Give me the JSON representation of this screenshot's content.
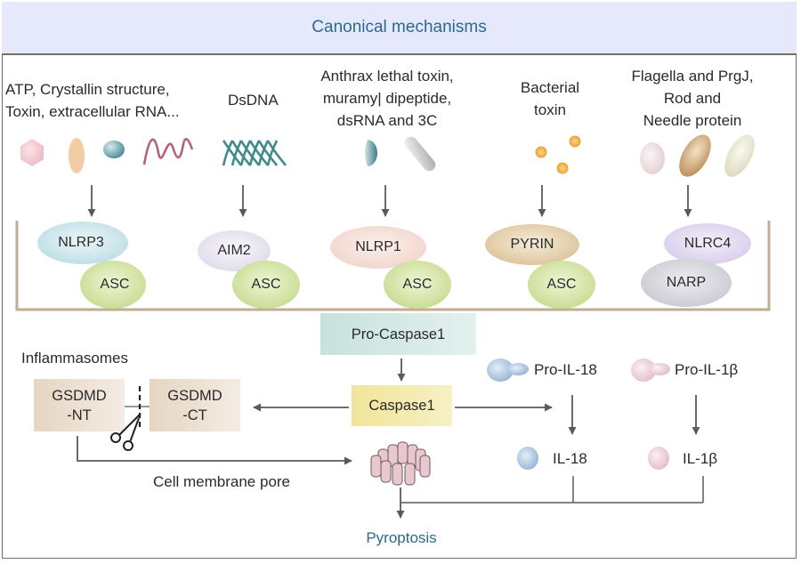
{
  "header": {
    "title": "Canonical mechanisms"
  },
  "triggers": [
    {
      "line1": "ATP, Crystallin structure,",
      "line2": "Toxin, extracellular RNA..."
    },
    {
      "line1": "DsDNA"
    },
    {
      "line1": "Anthrax lethal toxin,",
      "line2": "muramy| dipeptide,",
      "line3": "dsRNA and 3C"
    },
    {
      "line1": "Bacterial",
      "line2": "toxin"
    },
    {
      "line1": "Flagella and PrgJ,",
      "line2": "Rod and",
      "line3": "Needle protein"
    }
  ],
  "sensors": [
    {
      "name": "NLRP3",
      "adaptor": "ASC"
    },
    {
      "name": "AIM2",
      "adaptor": "ASC"
    },
    {
      "name": "NLRP1",
      "adaptor": "ASC"
    },
    {
      "name": "PYRIN",
      "adaptor": "ASC"
    },
    {
      "name": "NLRC4",
      "adaptor": "NARP"
    }
  ],
  "nodes": {
    "pro_caspase1": "Pro-Caspase1",
    "caspase1": "Caspase1",
    "inflammasomes": "Inflammasomes",
    "gsdmd_nt_1": "GSDMD",
    "gsdmd_nt_2": "-NT",
    "gsdmd_ct_1": "GSDMD",
    "gsdmd_ct_2": "-CT",
    "pore_label": "Cell membrane pore",
    "pro_il18": "Pro-IL-18",
    "pro_il1b": "Pro-IL-1β",
    "il18": "IL-18",
    "il1b": "IL-1β",
    "pyroptosis": "Pyroptosis"
  },
  "colors": {
    "title_blue": "#2a6a8e",
    "arrow_gray": "#5a5a5a",
    "bracket_tan": "#bfae92",
    "asc_green": "#c9dc8e",
    "procasp_teal": "#cfe6e0",
    "casp_yellow": "#f2eaa6",
    "gsdmd_tan": "#eadccb"
  }
}
